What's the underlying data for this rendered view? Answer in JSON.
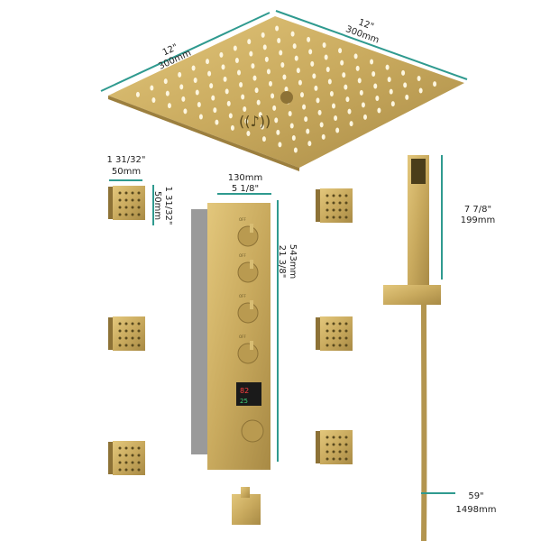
{
  "colors": {
    "dimension_line": "#2f9a8f",
    "finish": "#c9aa5e",
    "background": "#ffffff"
  },
  "rain_head": {
    "left_in": "12\"",
    "left_mm": "300mm",
    "right_in": "12\"",
    "right_mm": "300mm"
  },
  "body_jet": {
    "width_in": "1 31/32\"",
    "width_mm": "50mm",
    "height_in": "1 31/32\"",
    "height_mm": "50mm"
  },
  "valve": {
    "width_mm": "130mm",
    "width_in": "5 1/8\"",
    "height_mm": "543mm",
    "height_in": "21 3/8\"",
    "knob_label": "OFF"
  },
  "hand_shower": {
    "length_in": "7 7/8\"",
    "length_mm": "199mm",
    "hose_in": "59\"",
    "hose_mm": "1498mm"
  }
}
